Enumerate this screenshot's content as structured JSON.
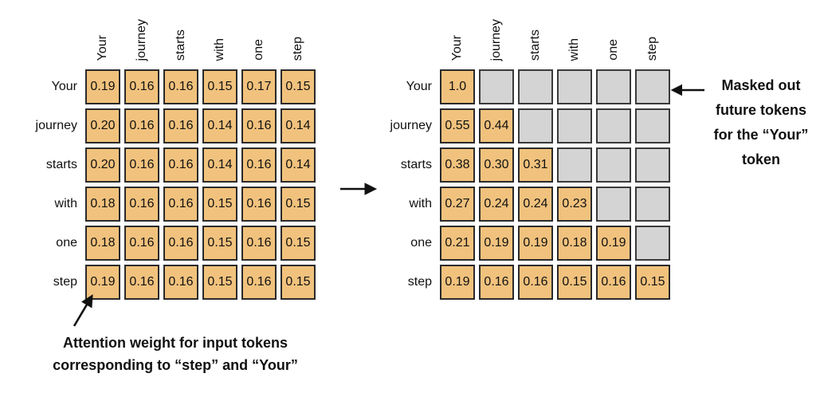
{
  "tokens": [
    "Your",
    "journey",
    "starts",
    "with",
    "one",
    "step"
  ],
  "left_matrix": {
    "col_headers": [
      "Your",
      "journey",
      "starts",
      "with",
      "one",
      "step"
    ],
    "row_headers": [
      "Your",
      "journey",
      "starts",
      "with",
      "one",
      "step"
    ],
    "rows": [
      [
        "0.19",
        "0.16",
        "0.16",
        "0.15",
        "0.17",
        "0.15"
      ],
      [
        "0.20",
        "0.16",
        "0.16",
        "0.14",
        "0.16",
        "0.14"
      ],
      [
        "0.20",
        "0.16",
        "0.16",
        "0.14",
        "0.16",
        "0.14"
      ],
      [
        "0.18",
        "0.16",
        "0.16",
        "0.15",
        "0.16",
        "0.15"
      ],
      [
        "0.18",
        "0.16",
        "0.16",
        "0.15",
        "0.16",
        "0.15"
      ],
      [
        "0.19",
        "0.16",
        "0.16",
        "0.15",
        "0.16",
        "0.15"
      ]
    ]
  },
  "right_matrix": {
    "col_headers": [
      "Your",
      "journey",
      "starts",
      "with",
      "one",
      "step"
    ],
    "row_headers": [
      "Your",
      "journey",
      "starts",
      "with",
      "one",
      "step"
    ],
    "rows": [
      [
        "1.0",
        null,
        null,
        null,
        null,
        null
      ],
      [
        "0.55",
        "0.44",
        null,
        null,
        null,
        null
      ],
      [
        "0.38",
        "0.30",
        "0.31",
        null,
        null,
        null
      ],
      [
        "0.27",
        "0.24",
        "0.24",
        "0.23",
        null,
        null
      ],
      [
        "0.21",
        "0.19",
        "0.19",
        "0.18",
        "0.19",
        null
      ],
      [
        "0.19",
        "0.16",
        "0.16",
        "0.15",
        "0.16",
        "0.15"
      ]
    ]
  },
  "annotations": {
    "bottom_left": {
      "lines": [
        "Attention weight for input tokens",
        "corresponding to “step” and “Your”"
      ]
    },
    "right": {
      "lines": [
        "Masked out",
        "future tokens",
        "for the “Your”",
        "token"
      ]
    }
  },
  "colors": {
    "cell_fill": "#f1c27d",
    "masked_fill": "#d4d4d4",
    "cell_border": "#2a2a2a",
    "text": "#111111",
    "background": "#ffffff"
  }
}
